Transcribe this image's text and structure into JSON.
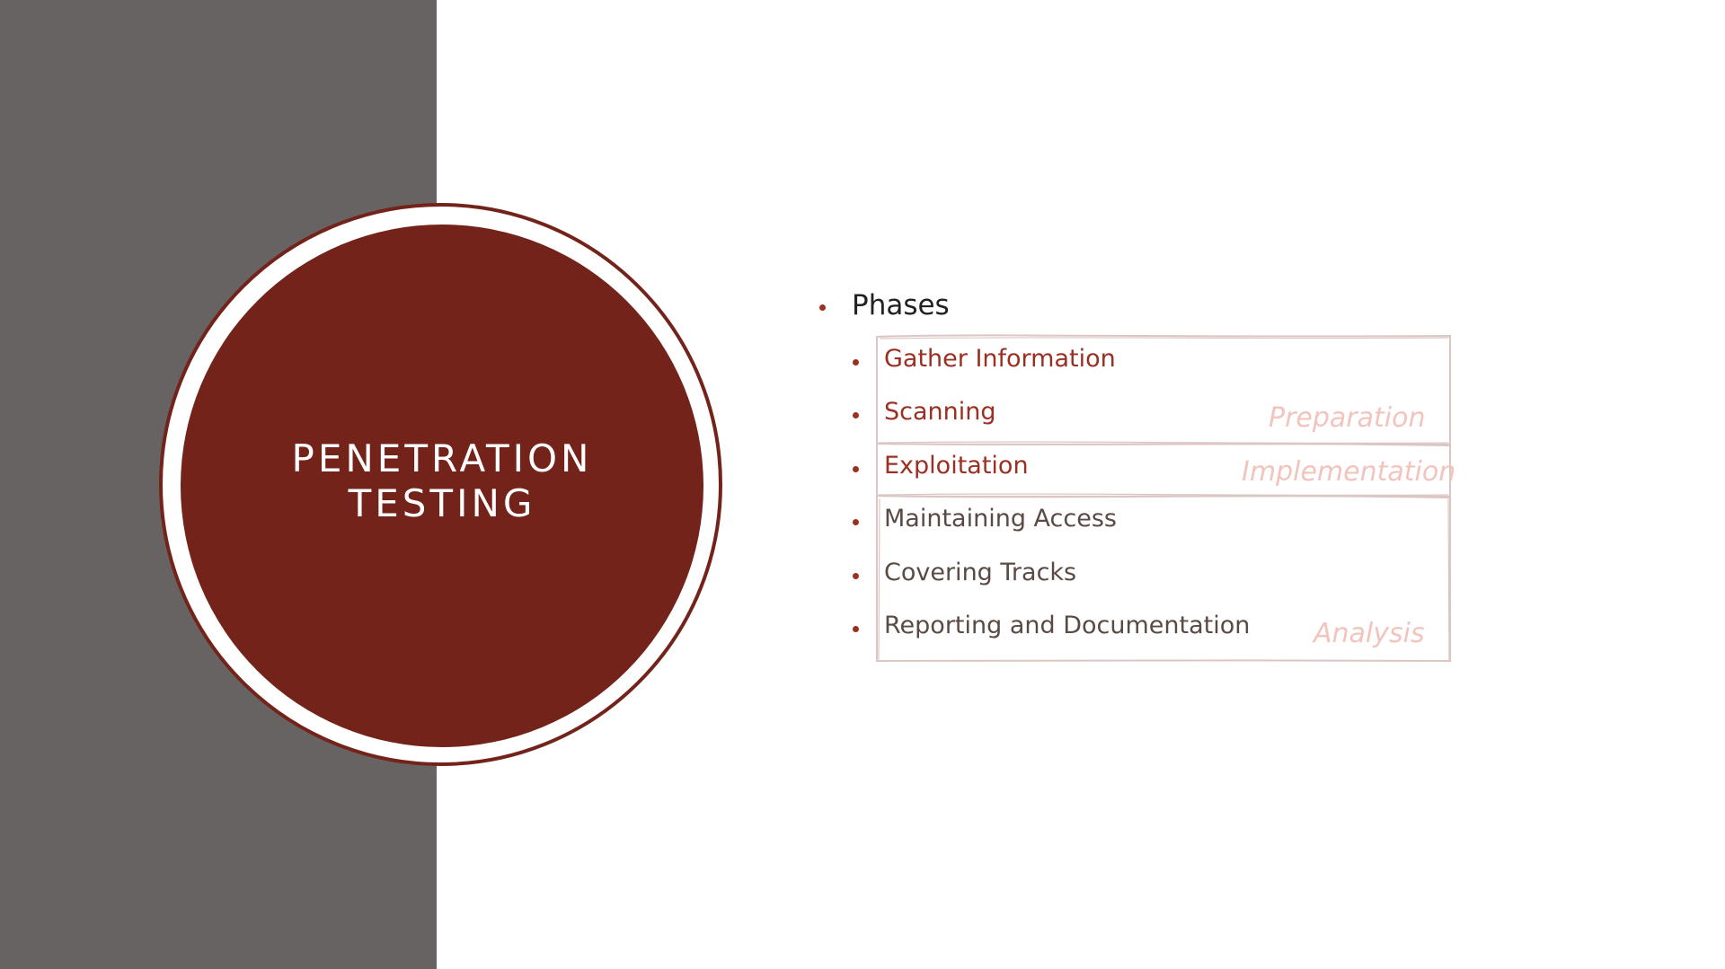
{
  "slide": {
    "title_line1": "PENETRATION",
    "title_line2": "TESTING"
  },
  "content": {
    "heading": "Phases",
    "items": [
      {
        "label": "Gather Information",
        "group": "Preparation"
      },
      {
        "label": "Scanning",
        "group": "Preparation"
      },
      {
        "label": "Exploitation",
        "group": "Implementation"
      },
      {
        "label": "Maintaining Access",
        "group": "Analysis"
      },
      {
        "label": "Covering Tracks",
        "group": "Analysis"
      },
      {
        "label": "Reporting and Documentation",
        "group": "Analysis"
      }
    ],
    "groups": [
      "Preparation",
      "Implementation",
      "Analysis"
    ]
  },
  "colors": {
    "accent": "#74231a",
    "sidebar": "#666362",
    "phase_label": "#f2c4bd",
    "box_stroke": "#dcc6c3"
  }
}
